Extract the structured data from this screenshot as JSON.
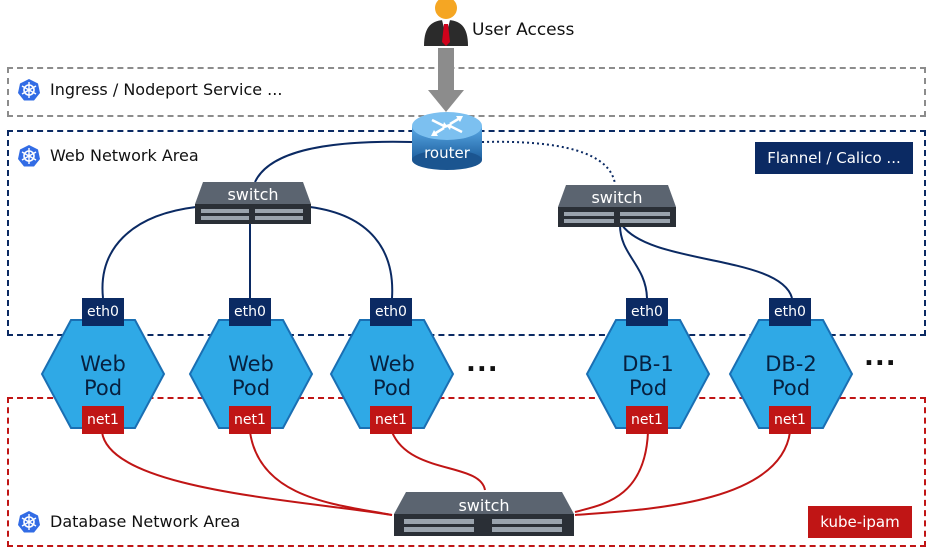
{
  "user": {
    "label": "User Access"
  },
  "zones": {
    "ingress": {
      "label": "Ingress / Nodeport Service ..."
    },
    "web": {
      "label": "Web Network Area",
      "tag": "Flannel / Calico ..."
    },
    "database": {
      "label": "Database Network Area",
      "tag": "kube-ipam"
    }
  },
  "router": {
    "label": "router"
  },
  "switches": {
    "web_left": "switch",
    "web_right": "switch",
    "database": "switch"
  },
  "pods": [
    {
      "line1": "Web",
      "line2": "Pod",
      "eth": "eth0",
      "net": "net1"
    },
    {
      "line1": "Web",
      "line2": "Pod",
      "eth": "eth0",
      "net": "net1"
    },
    {
      "line1": "Web",
      "line2": "Pod",
      "eth": "eth0",
      "net": "net1"
    },
    {
      "line1": "DB-1",
      "line2": "Pod",
      "eth": "eth0",
      "net": "net1"
    },
    {
      "line1": "DB-2",
      "line2": "Pod",
      "eth": "eth0",
      "net": "net1"
    }
  ],
  "ellipsis": "...",
  "colors": {
    "web_zone": "#0b2a63",
    "db_zone": "#c01515",
    "ingress_zone": "#888888",
    "pod_fill": "#2fa9e6",
    "pod_border": "#1a6fb3"
  }
}
